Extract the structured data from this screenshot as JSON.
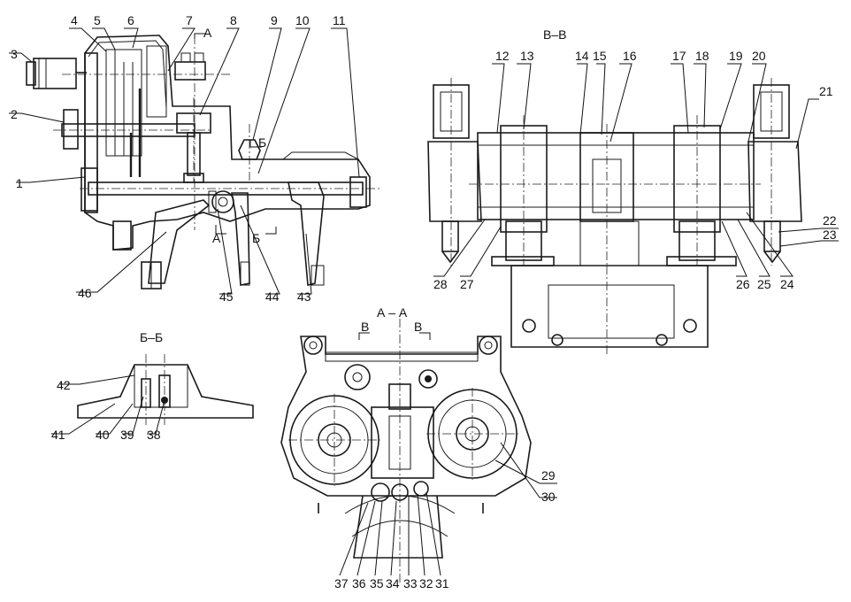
{
  "sections": {
    "aa_mark_top": "А",
    "aa_mark_bottom": "А",
    "bb_mark_top": "Б",
    "bb_mark_bottom": "Б",
    "vv_title": "В–В",
    "aa_title": "А – А",
    "bb_title": "Б–Б",
    "vv_mark_left": "В",
    "vv_mark_right": "В"
  },
  "callouts": {
    "c1": "1",
    "c2": "2",
    "c3": "3",
    "c4": "4",
    "c5": "5",
    "c6": "6",
    "c7": "7",
    "c8": "8",
    "c9": "9",
    "c10": "10",
    "c11": "11",
    "c12": "12",
    "c13": "13",
    "c14": "14",
    "c15": "15",
    "c16": "16",
    "c17": "17",
    "c18": "18",
    "c19": "19",
    "c20": "20",
    "c21": "21",
    "c22": "22",
    "c23": "23",
    "c24": "24",
    "c25": "25",
    "c26": "26",
    "c27": "27",
    "c28": "28",
    "c29": "29",
    "c30": "30",
    "c31": "31",
    "c32": "32",
    "c33": "33",
    "c34": "34",
    "c35": "35",
    "c36": "36",
    "c37": "37",
    "c38": "38",
    "c39": "39",
    "c40": "40",
    "c41": "41",
    "c42": "42",
    "c43": "43",
    "c44": "44",
    "c45": "45",
    "c46": "46"
  }
}
